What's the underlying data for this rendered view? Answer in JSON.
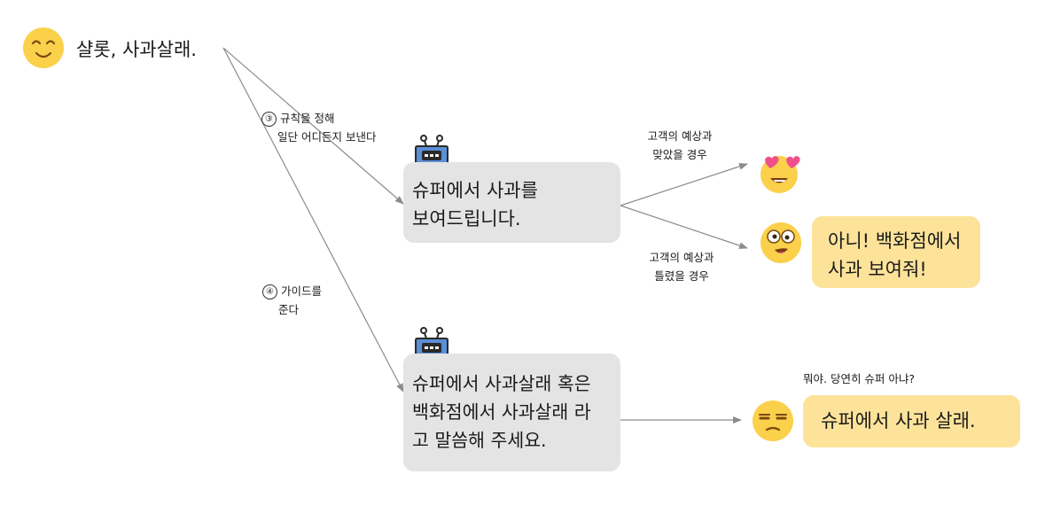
{
  "start": {
    "text": "샬롯, 사과살래."
  },
  "branch_top": {
    "num": "③",
    "line1": "규칙을 정해",
    "line2": "일단 어디든지 보낸다"
  },
  "branch_bottom": {
    "num": "④",
    "line1": "가이드를",
    "line2": "준다"
  },
  "bot1": {
    "line1": "슈퍼에서 사과를",
    "line2": "보여드립니다."
  },
  "bot2": {
    "line1": "슈퍼에서 사과살래 혹은",
    "line2": "백화점에서 사과살래 라",
    "line3": "고 말씀해 주세요."
  },
  "case_match": {
    "line1": "고객의 예상과",
    "line2": "맞았을 경우"
  },
  "case_wrong": {
    "line1": "고객의 예상과",
    "line2": "틀렸을 경우"
  },
  "angry_reply": {
    "line1": "아니! 백화점에서",
    "line2": "사과 보여줘!"
  },
  "annoyed_caption": "뭐야. 당연히 슈퍼 아냐?",
  "annoyed_reply": "슈퍼에서 사과 살래.",
  "icons": {
    "start_face": "smiling-face-icon",
    "robot": "robot-icon",
    "love_face": "heart-eyes-face-icon",
    "dizzy_face": "dizzy-face-icon",
    "unamused_face": "unamused-face-icon"
  },
  "colors": {
    "face_yellow": "#fbd04a",
    "robot_blue": "#5b8fd6",
    "bubble_gray": "#e4e4e4",
    "bubble_yellow": "#fde39a",
    "arrow": "#8c8c8c"
  }
}
